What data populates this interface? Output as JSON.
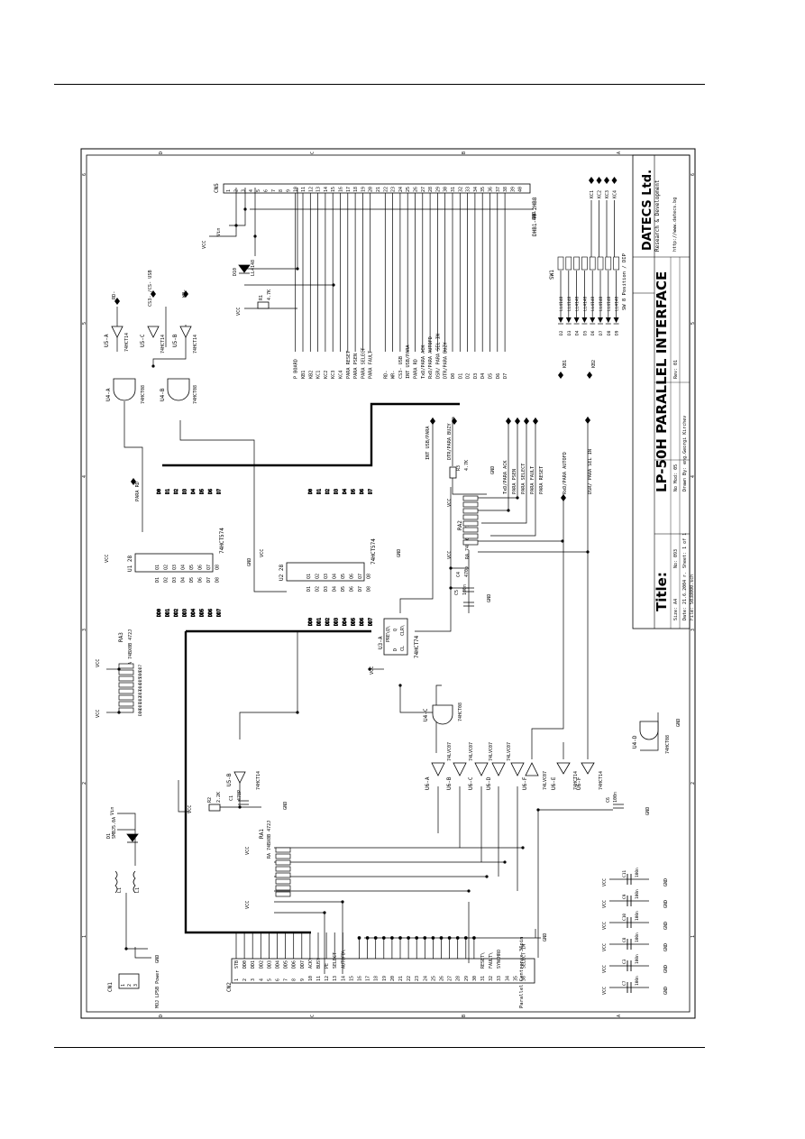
{
  "title_block": {
    "company": "DATECS Ltd.",
    "subtitle": "Research & Development",
    "url": "http://www.datecs.bg",
    "title_prefix": "Title:",
    "title": "LP-50H PARALLEL INTERFACE",
    "size": "Size: A4",
    "date": "Date: 21.6.2004 г.",
    "file": "File: 5038000.sch",
    "no_label": "No: 093",
    "sheet": "Sheet: 1 of 1",
    "no_mod": "No Mod: 05",
    "drawn_by": "Drawn By: eng.Georgi Kirchev",
    "rev": "Rev: 01"
  },
  "border": {
    "rows": [
      "A",
      "B",
      "C",
      "D"
    ],
    "cols": [
      "1",
      "2",
      "3",
      "4",
      "5",
      "6"
    ]
  },
  "connectors": {
    "cn1": {
      "ref": "CN1",
      "desc": "MOJ LP5B Power",
      "pins": [
        "1",
        "2",
        "3"
      ]
    },
    "cn2": {
      "ref": "CN2",
      "desc": "Parallel Centronix 36pin",
      "pins": [
        "1",
        "2",
        "3",
        "4",
        "5",
        "6",
        "7",
        "8",
        "9",
        "10",
        "11",
        "12",
        "13",
        "14",
        "15",
        "16",
        "17",
        "18",
        "19",
        "20",
        "21",
        "22",
        "23",
        "24",
        "25",
        "26",
        "27",
        "28",
        "29",
        "30",
        "31",
        "32",
        "33",
        "34",
        "35",
        "36"
      ],
      "signals": [
        "STB",
        "DD0",
        "DD1",
        "DD2",
        "DD3",
        "DD4",
        "DD5",
        "DD6",
        "DD7",
        "ACK\\",
        "BUSY",
        "PE",
        "SELECT",
        "AUTOFD\\",
        "",
        "",
        "",
        "",
        "",
        "",
        "",
        "",
        "",
        "",
        "",
        "",
        "",
        "",
        "",
        "",
        "RESET\\",
        "FAULT\\",
        "SYNCHRO",
        "",
        "",
        "SELECT IN"
      ]
    },
    "cn5": {
      "ref": "CN5",
      "desc": "DHB1-40-2HB8",
      "pins": [
        "1",
        "2",
        "3",
        "4",
        "5",
        "6",
        "7",
        "8",
        "9",
        "10",
        "11",
        "12",
        "13",
        "14",
        "15",
        "16",
        "17",
        "18",
        "19",
        "20",
        "21",
        "22",
        "23",
        "24",
        "25",
        "26",
        "27",
        "28",
        "29",
        "30",
        "31",
        "32",
        "33",
        "34",
        "35",
        "36",
        "37",
        "38",
        "39",
        "40"
      ],
      "signals": [
        "",
        "",
        "",
        "",
        "",
        "",
        "",
        "",
        "",
        "P BOARD",
        "KB1",
        "KB2",
        "KC1",
        "KC2",
        "KC3",
        "KC4",
        "PARA RESET",
        "PARA PSEN",
        "PARA SELECT",
        "PARA FAULT",
        "",
        "RD-",
        "WR-",
        "CS3- USB",
        "INT USB/PARA",
        "PARA RD",
        "TxD/PARA ACK",
        "RxD/PARA AUTOFD",
        "DSR/ PARA SEL IN",
        "DTR/PARA BUZY",
        "D0",
        "D1",
        "D2",
        "D3",
        "D4",
        "D5",
        "D6",
        "D7",
        "",
        ""
      ]
    }
  },
  "chips": {
    "u1": {
      "ref": "U1 28",
      "part": "74HCT574",
      "pins_left": [
        "D1",
        "D2",
        "D3",
        "D4",
        "D5",
        "D6",
        "D7",
        "D8"
      ],
      "pins_right": [
        "Q1",
        "Q2",
        "Q3",
        "Q4",
        "Q5",
        "Q6",
        "Q7",
        "Q8"
      ]
    },
    "u2": {
      "ref": "U2 28",
      "part": "74HCT574",
      "pins_left": [
        "D1",
        "D2",
        "D3",
        "D4",
        "D5",
        "D6",
        "D7",
        "D8"
      ],
      "pins_right": [
        "Q1",
        "Q2",
        "Q3",
        "Q4",
        "Q5",
        "Q6",
        "Q7",
        "Q8"
      ]
    },
    "u3": {
      "ref": "U3-A",
      "part": "74HCT74",
      "pins": [
        "PRE\\",
        "D",
        "CL",
        "CLR\\",
        "Q",
        "Q\\"
      ]
    },
    "u4a": {
      "ref": "U4-A",
      "part": "74HCT08"
    },
    "u4b": {
      "ref": "U4-B",
      "part": "74HCT08"
    },
    "u4c": {
      "ref": "U4-C",
      "part": "74HCT08"
    },
    "u4d": {
      "ref": "U4-D",
      "part": "74HCT08"
    },
    "u5a": {
      "ref": "U5-A",
      "part": "74HCT14"
    },
    "u5b": {
      "ref": "U5-B",
      "part": "74HCT14"
    },
    "u5c": {
      "ref": "U5-C",
      "part": "74HCT14"
    },
    "u6": {
      "refs": [
        "U6-A",
        "U6-B",
        "U6-C",
        "U6-D",
        "U6-E",
        "U6-F"
      ],
      "part": "74LVC07"
    },
    "u6e": {
      "ref": "U6-E",
      "part": "74HCT14"
    },
    "u6f": {
      "ref": "U6-F",
      "part": "74HCT14"
    }
  },
  "resistor_arrays": {
    "ra1": {
      "ref": "RA1",
      "part": "RA 74BX0B 472J"
    },
    "ra2": {
      "ref": "RA2",
      "part": "RA 74BX0B 472J"
    },
    "ra3": {
      "ref": "RA3",
      "part": "RA 74BX0B 472J"
    }
  },
  "passives": {
    "r1": {
      "ref": "R1",
      "value": "4.7K"
    },
    "r2": {
      "ref": "R2",
      "value": "2.2K"
    },
    "r3": {
      "ref": "R3",
      "value": "4.7K"
    },
    "c1": {
      "ref": "C1",
      "value": "470P"
    },
    "c4": {
      "ref": "C4",
      "value": "470p"
    },
    "c5": {
      "ref": "C5",
      "value": "100n"
    },
    "c6": {
      "ref": "C6",
      "value": "100n"
    },
    "decoupling": [
      {
        "ref": "C11",
        "value": "100n"
      },
      {
        "ref": "C9",
        "value": "100n"
      },
      {
        "ref": "C10",
        "value": "100n"
      },
      {
        "ref": "C8",
        "value": "100n"
      },
      {
        "ref": "C3",
        "value": "100n"
      },
      {
        "ref": "C7",
        "value": "100n"
      }
    ],
    "d1": {
      "ref": "D1",
      "part": "SMBJ5.0A"
    },
    "l1": {
      "ref": "L1",
      "part": "L1"
    },
    "dip_switch": {
      "ref": "SW1",
      "part": "SW 8 Position / DIP"
    },
    "diodes": [
      {
        "ref": "D2",
        "part": "LL4148"
      },
      {
        "ref": "D3",
        "part": "LL4148"
      },
      {
        "ref": "D4",
        "part": "LL4148"
      },
      {
        "ref": "D5",
        "part": "LL4148"
      },
      {
        "ref": "D6",
        "part": "LL4148"
      },
      {
        "ref": "D7",
        "part": "LL4148"
      },
      {
        "ref": "D8",
        "part": "LL4148"
      },
      {
        "ref": "D9",
        "part": "LL4148"
      }
    ],
    "diode_right": {
      "ref": "D10",
      "part": "LL4148"
    }
  },
  "nets": {
    "vcc": "VCC",
    "gnd": "GND",
    "vin": "Vin",
    "rd": "RD-",
    "cs": "CS3- /CS- USB",
    "wr": "WR-",
    "para_rd": "PARA RD",
    "int": "INT USB/PARA",
    "dtr": "DTR/PARA BUZY",
    "txd": "TxD/PARA ACK",
    "psen": "PARA PSEN",
    "sel": "PARA SELECT",
    "fault": "PARA FAULT",
    "reset": "PARA RESET",
    "rxd": "RxD/PARA AUTOFD",
    "dsr": "DSR/ PARA SEL IN",
    "kb1": "KB1",
    "kb2": "KB2",
    "kc": [
      "KC1",
      "KC2",
      "KC3",
      "KC4"
    ],
    "d_bus": [
      "D0",
      "D1",
      "D2",
      "D3",
      "D4",
      "D5",
      "D6",
      "D7"
    ],
    "dd_bus": [
      "DD0",
      "DD1",
      "DD2",
      "DD3",
      "DD4",
      "DD5",
      "DD6",
      "DD7"
    ]
  }
}
